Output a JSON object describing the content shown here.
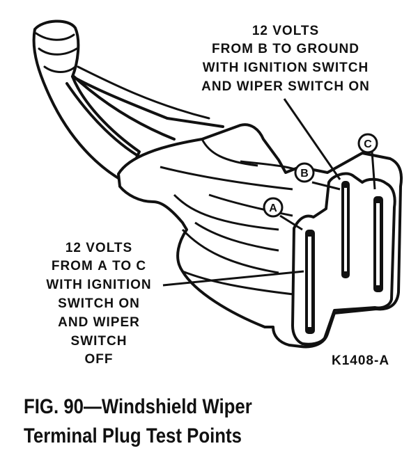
{
  "diagram": {
    "label_b": {
      "line1": "12 VOLTS",
      "line2_pre": "FROM ",
      "line2_bold": "B",
      "line2_post": " TO GROUND",
      "line3": "WITH IGNITION SWITCH",
      "line4": "AND WIPER SWITCH ON"
    },
    "label_a": {
      "line1": "12 VOLTS",
      "line2_pre": "FROM ",
      "line2_bold": "A",
      "line2_mid": " TO ",
      "line2_bold2": "C",
      "line3": "WITH IGNITION",
      "line4": "SWITCH ON",
      "line5": "AND WIPER",
      "line6": "SWITCH",
      "line7": "OFF"
    },
    "terminal_a": "A",
    "terminal_b": "B",
    "terminal_c": "C",
    "figure_code": "K1408-A"
  },
  "caption": {
    "line1": "FIG. 90—Windshield Wiper",
    "line2": "Terminal Plug Test Points"
  }
}
